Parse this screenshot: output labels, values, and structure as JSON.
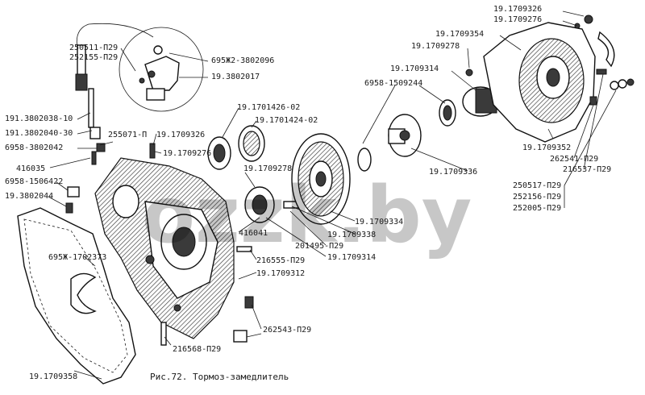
{
  "caption": "Рис.72. Тормоз-замедлитель",
  "watermark": "ozzk.by",
  "colors": {
    "ink": "#1a1a1a",
    "paper": "#ffffff"
  },
  "labels": {
    "l_1709326a": "19.1709326",
    "l_1709276a": "19.1709276",
    "l_1709354": "19.1709354",
    "l_1709278a": "19.1709278",
    "l_1709314a": "19.1709314",
    "l_1509244": "6958-1509244",
    "l_250511": "250511-П29",
    "l_252155a": "252155-П29",
    "l_3802096": "695Ж2-3802096",
    "l_3802017": "19.3802017",
    "l_3802038": "191.3802038-10",
    "l_3802040": "191.3802040-30",
    "l_255071": "255071-П",
    "l_3802042": "6958-3802042",
    "l_1709326b": "19.1709326",
    "l_1709276b": "19.1709276",
    "l_1701426": "19.1701426-02",
    "l_1701424": "19.1701424-02",
    "l_1709278b": "19.1709278",
    "l_416035": "416035",
    "l_1506422": "6958-1506422",
    "l_3802044": "19.3802044",
    "l_1709352": "19.1709352",
    "l_262541": "262541-П29",
    "l_216537": "216537-П29",
    "l_1709336": "19.1709336",
    "l_250517": "250517-П29",
    "l_252156": "252156-П29",
    "l_252005": "252005-П29",
    "l_1709334": "19.1709334",
    "l_1709338": "19.1709338",
    "l_416041": "416041",
    "l_201495": "201495-П29",
    "l_1709314b": "19.1709314",
    "l_1702373": "695Ж-1702373",
    "l_216555": "216555-П29",
    "l_1709312": "19.1709312",
    "l_262543": "262543-П29",
    "l_216568": "216568-П29",
    "l_1709358": "19.1709358"
  }
}
